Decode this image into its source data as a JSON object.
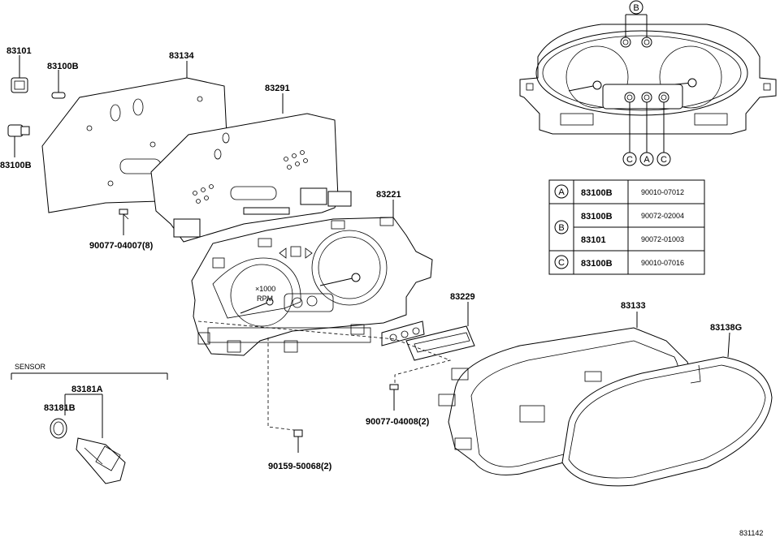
{
  "parts": {
    "p83101": "83101",
    "p83100b_top": "83100B",
    "p83100b_side": "83100B",
    "p83134": "83134",
    "p83291": "83291",
    "p83221": "83221",
    "p83229": "83229",
    "p83133": "83133",
    "p83138g": "83138G",
    "bolt1": "90077-04007(8)",
    "bolt2": "90077-04008(2)",
    "bolt3": "90159-50068(2)",
    "p83181a": "83181A",
    "p83181b": "83181B"
  },
  "sensor_label": "SENSOR",
  "callouts": {
    "A": "A",
    "B": "B",
    "C": "C"
  },
  "dial_text": {
    "rpm_scale": "×1000",
    "rpm_unit": "RPM"
  },
  "bulb_table": [
    {
      "key": "A",
      "part": "83100B",
      "ref": "90010-07012"
    },
    {
      "key": "B",
      "part": "83100B",
      "ref": "90072-02004"
    },
    {
      "key": "B",
      "part": "83101",
      "ref": "90072-01003"
    },
    {
      "key": "C",
      "part": "83100B",
      "ref": "90010-07016"
    }
  ],
  "figure_id": "831142"
}
